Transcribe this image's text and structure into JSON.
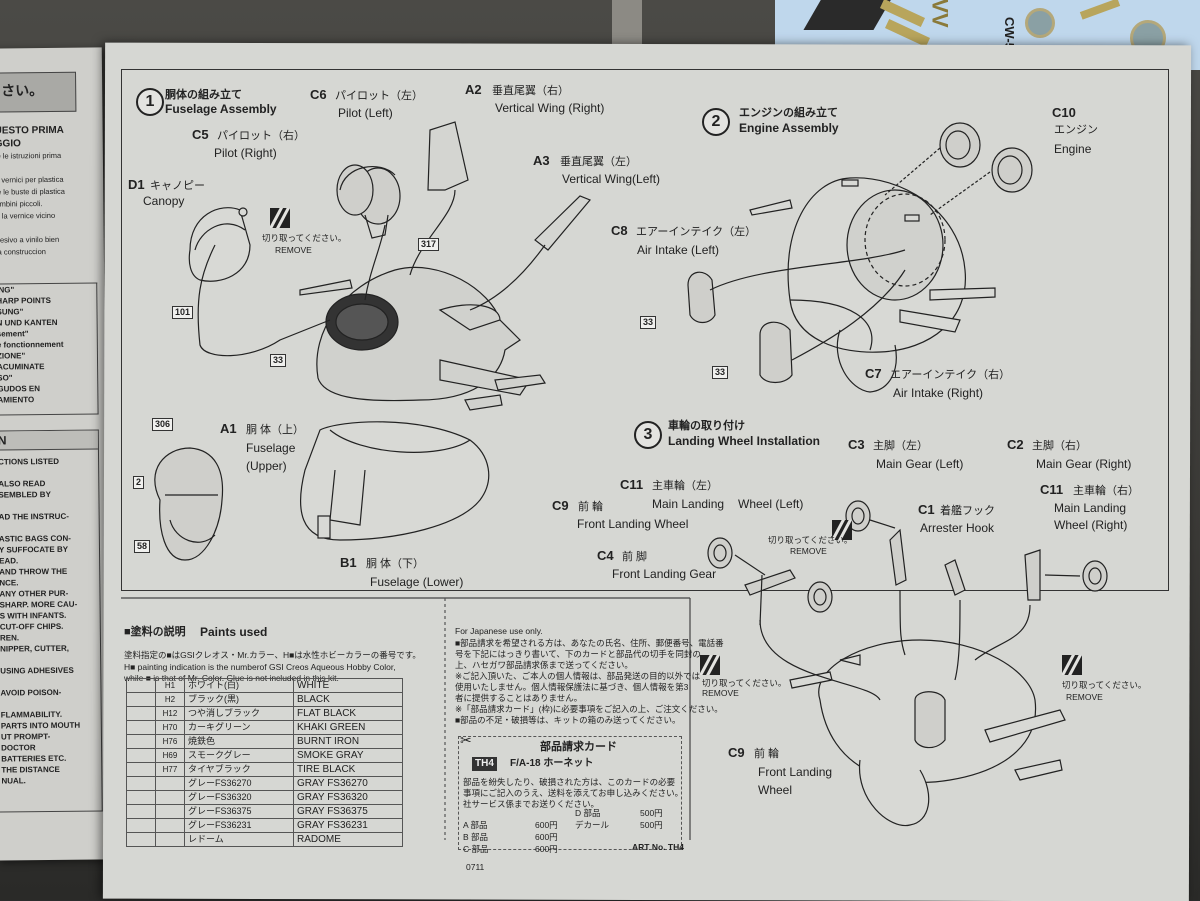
{
  "left_sheet": {
    "header_fragment": "さい。",
    "lines_top": [
      "UESTO PRIMA",
      "GGIO"
    ],
    "lines_small": [
      "le le istruzioni prima",
      "",
      "a vernici per plastica",
      "le le buste di plastica",
      "ambini piccoli.",
      "o la vernice vicino",
      "",
      "nesivo a vinilo bien",
      "la construccion"
    ],
    "warnings": [
      "ING\"",
      "HARP POINTS",
      "SUNG\"",
      "N UND KANTEN",
      "sement\"",
      "e fonctionnement",
      "ZIONE\"",
      "ACUMINATE",
      "SO\"",
      "GUDOS EN",
      "AMIENTO"
    ],
    "section_letter": "N",
    "instructions": [
      "CTIONS LISTED",
      "",
      "ALSO READ",
      "SEMBLED BY",
      "",
      "AD THE INSTRUC-",
      "",
      "ASTIC BAGS CON-",
      "Y SUFFOCATE BY",
      "EAD.",
      "AND THROW THE",
      "NCE.",
      "ANY OTHER PUR-",
      "SHARP. MORE CAU-",
      "S WITH INFANTS.",
      "CUT-OFF CHIPS.",
      "REN.",
      "NIPPER, CUTTER,",
      "",
      "USING ADHESIVES",
      "",
      "AVOID POISON-",
      "",
      "FLAMMABILITY.",
      "PARTS INTO MOUTH",
      "UT PROMPT-",
      "DOCTOR",
      "BATTERIES ETC.",
      "THE DISTANCE",
      "NUAL."
    ]
  },
  "decals": {
    "text1": "VV",
    "text2": "CW-5"
  },
  "step1": {
    "number": "1",
    "title_ja": "胴体の組み立て",
    "title_en": "Fuselage Assembly",
    "parts": {
      "c6": {
        "code": "C6",
        "ja": "パイロット（左）",
        "en": "Pilot (Left)"
      },
      "c5": {
        "code": "C5",
        "ja": "パイロット（右）",
        "en": "Pilot (Right)"
      },
      "d1": {
        "code": "D1",
        "ja": "キャノピー",
        "en": "Canopy"
      },
      "a2": {
        "code": "A2",
        "ja": "垂直尾翼（右）",
        "en": "Vertical Wing (Right)"
      },
      "a3": {
        "code": "A3",
        "ja": "垂直尾翼（左）",
        "en": "Vertical Wing(Left)"
      },
      "a1": {
        "code": "A1",
        "ja": "胴 体（上）",
        "en": "Fuselage",
        "en2": "(Upper)"
      },
      "b1": {
        "code": "B1",
        "ja": "胴 体（下）",
        "en": "Fuselage (Lower)"
      }
    },
    "remove_ja": "切り取ってください。",
    "remove_en": "REMOVE",
    "badges": {
      "b101": "101",
      "b317": "317",
      "b33": "33",
      "b306": "306",
      "b2": "2",
      "b58": "58"
    }
  },
  "step2": {
    "number": "2",
    "title_ja": "エンジンの組み立て",
    "title_en": "Engine Assembly",
    "parts": {
      "c10": {
        "code": "C10",
        "ja": "エンジン",
        "en": "Engine"
      },
      "c8": {
        "code": "C8",
        "ja": "エアーインテイク（左）",
        "en": "Air Intake (Left)"
      },
      "c7": {
        "code": "C7",
        "ja": "エアーインテイク（右）",
        "en": "Air Intake (Right)"
      }
    },
    "badges": {
      "b33a": "33",
      "b33b": "33"
    }
  },
  "step3": {
    "number": "3",
    "title_ja": "車輪の取り付け",
    "title_en": "Landing Wheel Installation",
    "parts": {
      "c3": {
        "code": "C3",
        "ja": "主脚（左）",
        "en": "Main Gear (Left)"
      },
      "c2": {
        "code": "C2",
        "ja": "主脚（右）",
        "en": "Main Gear (Right)"
      },
      "c11l": {
        "code": "C11",
        "ja": "主車輪（左）",
        "en": "Main Landing",
        "en2": "Wheel (Left)"
      },
      "c11r": {
        "code": "C11",
        "ja": "主車輪（右）",
        "en": "Main Landing",
        "en2": "Wheel (Right)"
      },
      "c9a": {
        "code": "C9",
        "ja": "前 輪",
        "en": "Front Landing Wheel"
      },
      "c1": {
        "code": "C1",
        "ja": "着艦フック",
        "en": "Arrester Hook"
      },
      "c4": {
        "code": "C4",
        "ja": "前 脚",
        "en": "Front Landing Gear"
      },
      "c9b": {
        "code": "C9",
        "ja": "前 輪",
        "en": "Front Landing",
        "en2": "Wheel"
      }
    },
    "remove_ja": "切り取ってください。",
    "remove_en": "REMOVE"
  },
  "paints": {
    "title_ja": "■塗料の説明",
    "title_en": "Paints used",
    "note_ja1": "塗料指定の■はGSIクレオス・Mr.カラー、H■は水性ホビーカラーの番号です。",
    "note_en1": "H■ painting indication is the numberof GSI Creos Aqueous Hobby Color,",
    "note_en2": "while ■ is that of Mr. Color. Glue is not included in this kit.",
    "rows": [
      {
        "code": "H1",
        "ja": "ホワイト(白)",
        "en": "WHITE"
      },
      {
        "code": "H2",
        "ja": "ブラック(黒)",
        "en": "BLACK"
      },
      {
        "code": "H12",
        "ja": "つや消しブラック",
        "en": "FLAT BLACK"
      },
      {
        "code": "H70",
        "ja": "カーキグリーン",
        "en": "KHAKI GREEN"
      },
      {
        "code": "H76",
        "ja": "焼鉄色",
        "en": "BURNT IRON"
      },
      {
        "code": "H69",
        "ja": "スモークグレー",
        "en": "SMOKE GRAY"
      },
      {
        "code": "H77",
        "ja": "タイヤブラック",
        "en": "TIRE BLACK"
      },
      {
        "code": "",
        "ja": "グレーFS36270",
        "en": "GRAY FS36270"
      },
      {
        "code": "",
        "ja": "グレーFS36320",
        "en": "GRAY FS36320"
      },
      {
        "code": "",
        "ja": "グレーFS36375",
        "en": "GRAY FS36375"
      },
      {
        "code": "",
        "ja": "グレーFS36231",
        "en": "GRAY FS36231"
      },
      {
        "code": "",
        "ja": "レドーム",
        "en": "RADOME"
      }
    ]
  },
  "parts_card": {
    "japan_only": "For Japanese use only.",
    "lines": [
      "■部品請求を希望される方は、あなたの氏名、住所、郵便番号、電話番",
      "号を下記にはっきり書いて、下のカードと部品代の切手を同封の",
      "上、ハセガワ部品請求係まで送ってください。",
      "※ご記入頂いた、ご本人の個人情報は、部品発送の目的以外では",
      "使用いたしません。個人情報保護法に基づき、個人情報を第3",
      "者に提供することはありません。",
      "※「部品請求カード」(枠)に必要事項をご記入の上、ご注文ください。",
      "■部品の不足・破損等は、キットの箱のみ送ってください。"
    ],
    "card_title": "部品請求カード",
    "code": "TH4",
    "product": "F/A-18 ホーネット",
    "text1": "部品を紛失したり、破損された方は、このカードの必要",
    "text2": "事項にご記入のうえ、送料を添えてお申し込みください。",
    "text3": "社サービス係までお送りください。",
    "a_label": "A 部品",
    "b_label": "B 部品",
    "c_label": "C 部品",
    "d_label": "D 部品",
    "decal_label": "デカール",
    "price1": "600円",
    "price2": "500円",
    "price3": "600円",
    "price4": "500円",
    "price5": "600円",
    "art": "ART No. TH4",
    "serial": "0711"
  }
}
